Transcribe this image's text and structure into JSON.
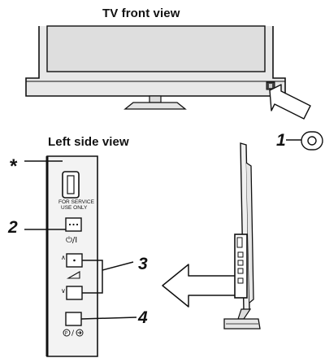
{
  "titles": {
    "front": "TV front view",
    "left": "Left side view"
  },
  "callouts": {
    "one": "1",
    "two": "2",
    "three": "3",
    "four": "4",
    "star": "*"
  },
  "panel": {
    "service_line1": "FOR SERVICE",
    "service_line2": "USE ONLY",
    "power_symbol": "⏻/I",
    "volume_symbol": "◿",
    "input_symbol": "Ⓟ/⮌",
    "up_mark": "∧",
    "down_mark": "∨"
  },
  "icons": [
    "remote-sensor-icon",
    "big-arrow-right-icon",
    "big-arrow-left-icon",
    "usb-port-icon"
  ]
}
